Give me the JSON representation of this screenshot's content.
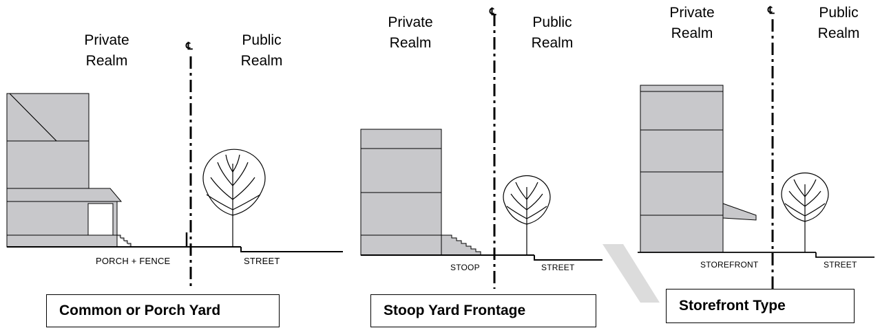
{
  "panels": [
    {
      "private_label_1": "Private",
      "private_label_2": "Realm",
      "public_label_1": "Public",
      "public_label_2": "Realm",
      "pl_symbol": "℄",
      "frontage_caption": "PORCH + FENCE",
      "street_caption": "STREET",
      "title": "Common or Porch Yard"
    },
    {
      "private_label_1": "Private",
      "private_label_2": "Realm",
      "public_label_1": "Public",
      "public_label_2": "Realm",
      "pl_symbol": "℄",
      "frontage_caption": "STOOP",
      "street_caption": "STREET",
      "title": "Stoop Yard Frontage"
    },
    {
      "private_label_1": "Private",
      "private_label_2": "Realm",
      "public_label_1": "Public",
      "public_label_2": "Realm",
      "pl_symbol": "℄",
      "frontage_caption": "STOREFRONT",
      "street_caption": "STREET",
      "title": "Storefront Type"
    }
  ],
  "colors": {
    "building_fill": "#c8c8cb",
    "line": "#000000",
    "connector": "#d9d9d9"
  }
}
